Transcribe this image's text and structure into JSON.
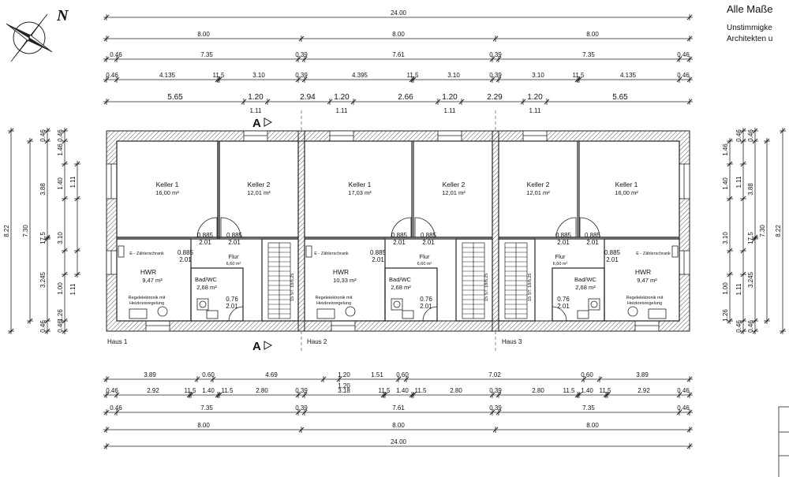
{
  "notes": {
    "title": "Alle Maße",
    "line1": "Unstimmigke",
    "line2": "Architekten u"
  },
  "compass": {
    "north_label": "N"
  },
  "section_marker": "A",
  "houses": [
    "Haus 1",
    "Haus 2",
    "Haus 3"
  ],
  "rooms": {
    "h1_keller1": {
      "name": "Keller 1",
      "area": "16,00 m²"
    },
    "h1_keller2": {
      "name": "Keller 2",
      "area": "12,01 m²"
    },
    "h1_hwr": {
      "name": "HWR",
      "area": "9,47 m²"
    },
    "h1_flur": {
      "name": "Flur",
      "area": "6,60 m²"
    },
    "h1_bad": {
      "name": "Bad/WC",
      "area": "2,68 m²"
    },
    "h1_zaehler": "E - Zählerschrank",
    "h1_regel": [
      "Regelelektronik mit",
      "Heizkreisregelung"
    ],
    "h2_keller1": {
      "name": "Keller 1",
      "area": "17,03 m²"
    },
    "h2_keller2": {
      "name": "Keller 2",
      "area": "12,01 m²"
    },
    "h2_hwr": {
      "name": "HWR",
      "area": "10,33 m²"
    },
    "h2_flur": {
      "name": "Flur",
      "area": "6,60 m²"
    },
    "h2_bad": {
      "name": "Bad/WC",
      "area": "2,68 m²"
    },
    "h2_zaehler": "E - Zählerschrank",
    "h2_regel": [
      "Regelelektronik mit",
      "Heizkreisregelung"
    ],
    "h3_keller2": {
      "name": "Keller 2",
      "area": "12,01 m²"
    },
    "h3_keller1": {
      "name": "Keller 1",
      "area": "16,00 m²"
    },
    "h3_hwr": {
      "name": "HWR",
      "area": "9,47 m²"
    },
    "h3_flur": {
      "name": "Flur",
      "area": "6,60 m²"
    },
    "h3_bad": {
      "name": "Bad/WC",
      "area": "2,68 m²"
    },
    "h3_zaehler": "E - Zählerschrank",
    "h3_regel": [
      "Regelelektronik mit",
      "Heizkreisregelung"
    ]
  },
  "door_labels": {
    "top": "0.885",
    "bottom": "2.01",
    "bath_top": "0.76",
    "bath_bottom": "2.01"
  },
  "stair_label": "15 ST. 18/6,25",
  "dims_top": {
    "r1": [
      "24.00"
    ],
    "r2": [
      "8.00",
      "8.00",
      "8.00"
    ],
    "r3": [
      "0.46",
      "7.35",
      "0.39",
      "7.61",
      "0.39",
      "7.35",
      "0.46"
    ],
    "r4": [
      "0.46",
      "4.135",
      "11.5",
      "3.10",
      "0.39",
      "4.395",
      "11.5",
      "3.10",
      "0.39",
      "3.10",
      "11.5",
      "4.135",
      "0.46"
    ],
    "r5": [
      "5.65",
      "1.20",
      "2.94",
      "1.20",
      "2.66",
      "1.20",
      "2.29",
      "1.20",
      "5.65"
    ],
    "r5_sub": [
      "1.11",
      "1.11",
      "1.11",
      "1.11"
    ]
  },
  "dims_bottom": {
    "r1": [
      "3.89",
      "0.60",
      "4.69",
      "1.20",
      "1.51",
      "0.60",
      "7.02",
      "0.60",
      "3.89"
    ],
    "r1_sub": [
      "1.20"
    ],
    "r2": [
      "0.46",
      "2.92",
      "11.5",
      "1.40",
      "11.5",
      "2.80",
      "0.39",
      "3.18",
      "11.5",
      "1.40",
      "11.5",
      "2.80",
      "0.39",
      "2.80",
      "11.5",
      "1.40",
      "11.5",
      "2.92",
      "0.46"
    ],
    "r3": [
      "0.46",
      "7.35",
      "0.39",
      "7.61",
      "0.39",
      "7.35",
      "0.46"
    ],
    "r4": [
      "8.00",
      "8.00",
      "8.00"
    ],
    "r5": [
      "24.00"
    ]
  },
  "dims_left": {
    "outer": [
      "8.22"
    ],
    "c2": [
      "7.30"
    ],
    "c3": [
      "0.46",
      "3.88",
      "17.5",
      "3.245",
      "0.46"
    ],
    "c4": [
      "0.46",
      "1.46",
      "1.40",
      "3.10",
      "1.00",
      "1.26",
      "0.46"
    ],
    "c5": [
      "1.11",
      "1.11"
    ]
  },
  "dims_right": {
    "outer": [
      "8.22"
    ],
    "c2": [
      "7.30"
    ],
    "c3": [
      "0.46",
      "3.88",
      "17.5",
      "3.245",
      "0.46"
    ],
    "c4": [
      "1.46",
      "1.40",
      "3.10",
      "1.00",
      "1.26"
    ],
    "c5": [
      "0.46",
      "1.11",
      "1.11",
      "0.46"
    ]
  }
}
